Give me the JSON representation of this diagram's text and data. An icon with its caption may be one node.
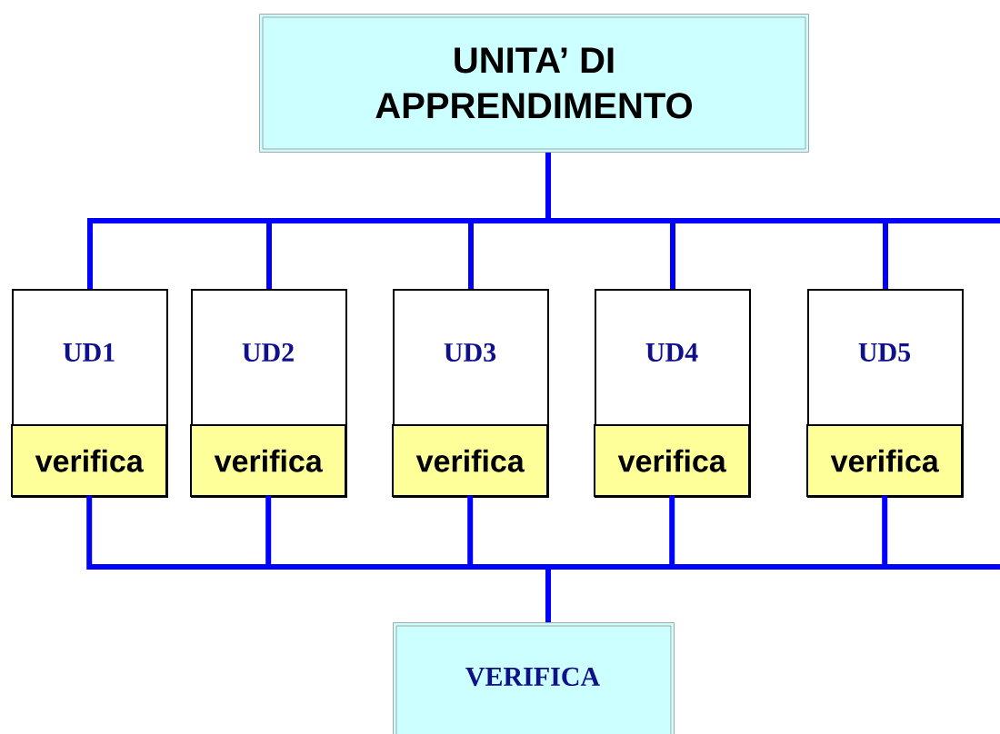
{
  "diagram": {
    "nodes": [
      {
        "text": [
          "UNITA’ DI APPRENDIMENTO"
        ]
      },
      {
        "text": [
          "UD1"
        ]
      },
      {
        "text": [
          "verifica"
        ],
        "in": 1
      },
      {
        "text": [
          "UD2"
        ]
      },
      {
        "text": [
          "verifica"
        ],
        "in": 3
      },
      {
        "text": [
          "UD3"
        ]
      },
      {
        "text": [
          "verifica"
        ],
        "in": 5
      },
      {
        "text": [
          "UD4"
        ]
      },
      {
        "text": [
          "verifica"
        ],
        "in": 7
      },
      {
        "text": [
          "UD5"
        ]
      },
      {
        "text": [
          "verifica"
        ],
        "in": 9
      },
      {
        "text": [
          "VERIFICA"
        ]
      }
    ],
    "edges": [
      {
        "from": 0,
        "to": 1,
        "arrow": "none"
      },
      {
        "from": 0,
        "to": 3,
        "arrow": "none"
      },
      {
        "from": 0,
        "to": 5,
        "arrow": "none"
      },
      {
        "from": 0,
        "to": 7,
        "arrow": "none"
      },
      {
        "from": 0,
        "to": 9,
        "arrow": "none"
      },
      {
        "from": 0,
        "to": null,
        "arrow": "none"
      },
      {
        "from": 2,
        "to": 11,
        "arrow": "none"
      },
      {
        "from": 4,
        "to": 11,
        "arrow": "none"
      },
      {
        "from": 6,
        "to": 11,
        "arrow": "none"
      },
      {
        "from": 8,
        "to": 11,
        "arrow": "none"
      },
      {
        "from": 10,
        "to": 11,
        "arrow": "none"
      },
      {
        "from": null,
        "to": 11,
        "arrow": "none"
      }
    ]
  }
}
